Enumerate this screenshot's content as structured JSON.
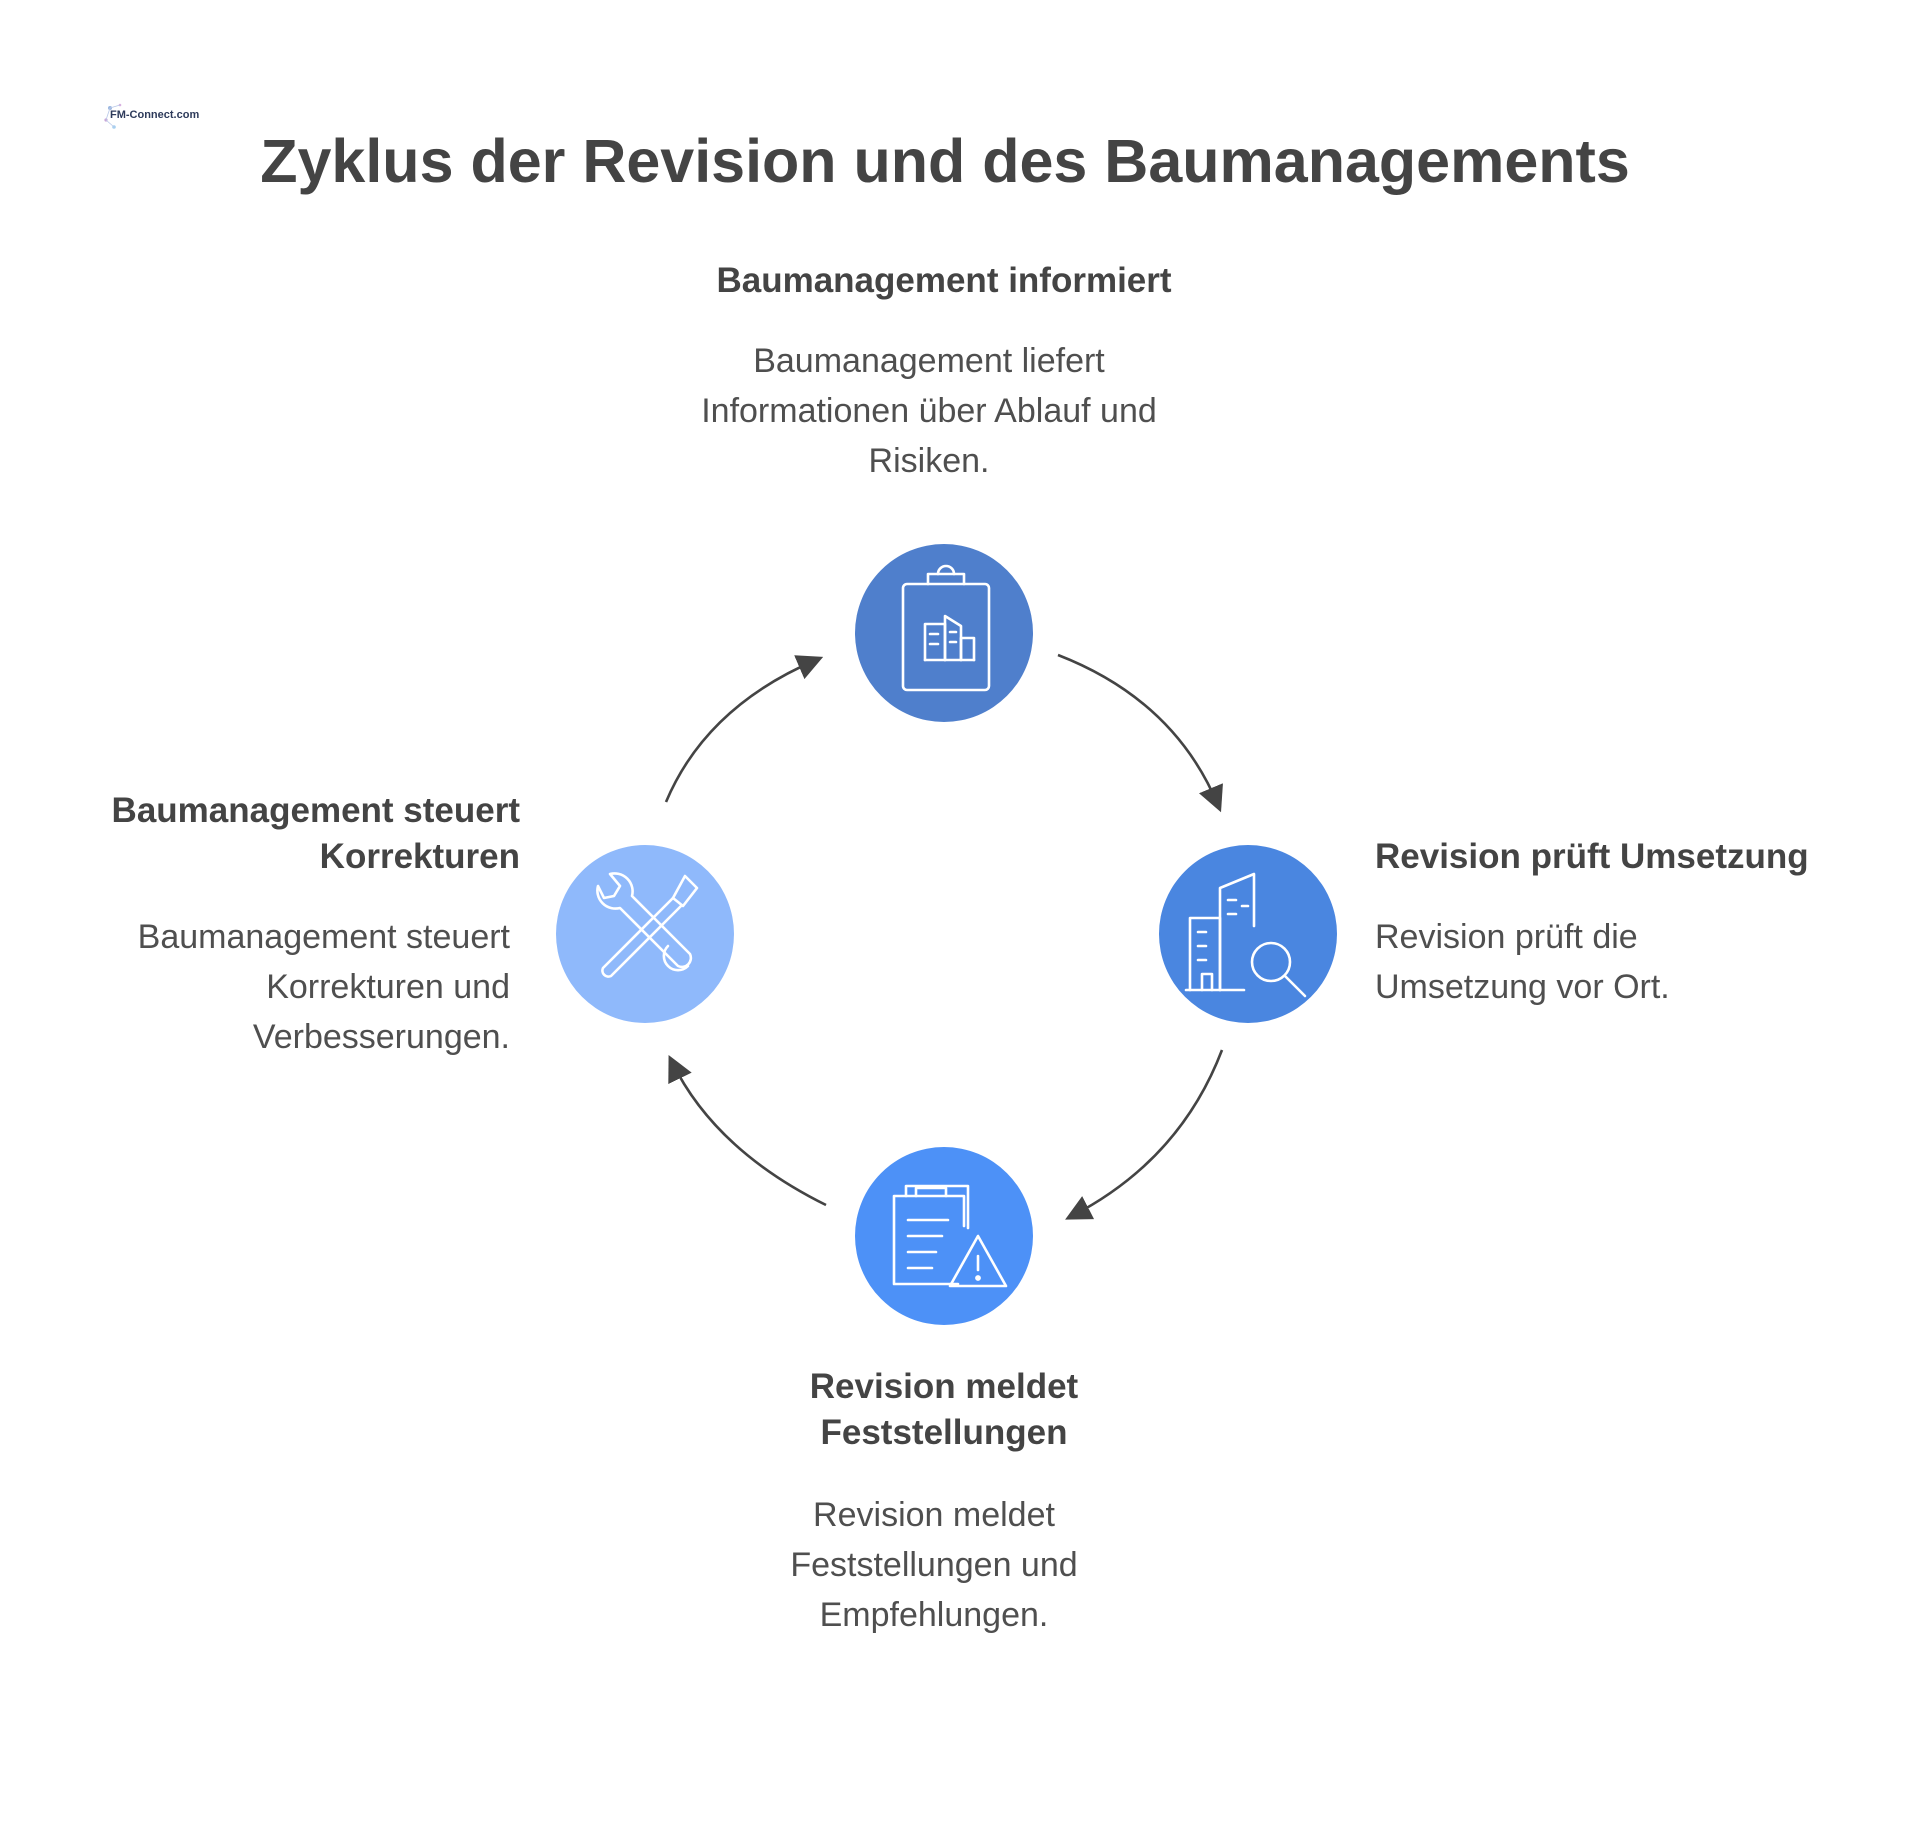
{
  "logo": {
    "text": "FM-Connect.com"
  },
  "title": "Zyklus der Revision und des Baumanagements",
  "steps": [
    {
      "heading": "Baumanagement informiert",
      "description": "Baumanagement liefert Informationen über Ablauf und Risiken.",
      "icon": "clipboard-buildings-icon",
      "color": "#4f7fcc"
    },
    {
      "heading": "Revision prüft Umsetzung",
      "description": "Revision prüft die Umsetzung vor Ort.",
      "icon": "building-magnifier-icon",
      "color": "#4a86e0"
    },
    {
      "heading": "Revision meldet Feststellungen",
      "description": "Revision meldet Feststellungen und Empfehlungen.",
      "icon": "clipboard-warning-icon",
      "color": "#4d91f7"
    },
    {
      "heading": "Baumanagement steuert Korrekturen",
      "description": "Baumanagement steuert Korrekturen und Verbesserungen.",
      "icon": "wrench-screwdriver-icon",
      "color": "#8fb9fb"
    }
  ],
  "colors": {
    "arrow": "#444444",
    "text": "#444444",
    "icon_stroke": "#ffffff"
  }
}
